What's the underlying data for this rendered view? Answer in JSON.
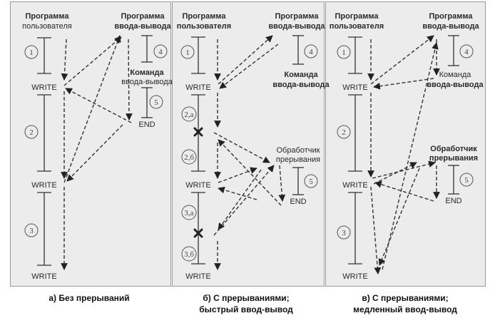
{
  "panels": [
    {
      "user_program": [
        "Программа",
        "пользователя"
      ],
      "io_program": [
        "Программа",
        "ввода-вывода"
      ],
      "io_command": [
        "Команда",
        "ввода-вывода"
      ],
      "segments": [
        "1",
        "2",
        "3"
      ],
      "io_segments": [
        "4",
        "5"
      ],
      "write": [
        "WRITE",
        "WRITE",
        "WRITE"
      ],
      "end": "END",
      "caption": [
        "а) Без прерываний"
      ]
    },
    {
      "user_program": [
        "Программа",
        "пользователя"
      ],
      "io_program": [
        "Программа",
        "ввода-вывода"
      ],
      "io_command": [
        "Команда",
        "ввода-вывода"
      ],
      "interrupt_handler": [
        "Обработчик",
        "прерывания"
      ],
      "segments": [
        "1",
        "2,а",
        "2,б",
        "3,а",
        "3,б"
      ],
      "io_segments": [
        "4",
        "5"
      ],
      "write": [
        "WRITE",
        "WRITE",
        "WRITE"
      ],
      "end": "END",
      "caption": [
        "б) С прерываниями;",
        "быстрый ввод-вывод"
      ]
    },
    {
      "user_program": [
        "Программа",
        "пользователя"
      ],
      "io_program": [
        "Программа",
        "ввода-вывода"
      ],
      "io_command": [
        "Команда",
        "ввода-вывода"
      ],
      "interrupt_handler": [
        "Обработчик",
        "прерывания"
      ],
      "segments": [
        "1",
        "2",
        "3"
      ],
      "io_segments": [
        "4",
        "5"
      ],
      "write": [
        "WRITE",
        "WRITE",
        "WRITE"
      ],
      "end": "END",
      "caption": [
        "в) С прерываниями;",
        "медленный ввод-вывод"
      ]
    }
  ],
  "colors": {
    "panel_bg": "#ececec",
    "line": "#333333",
    "marker": "#222222"
  }
}
